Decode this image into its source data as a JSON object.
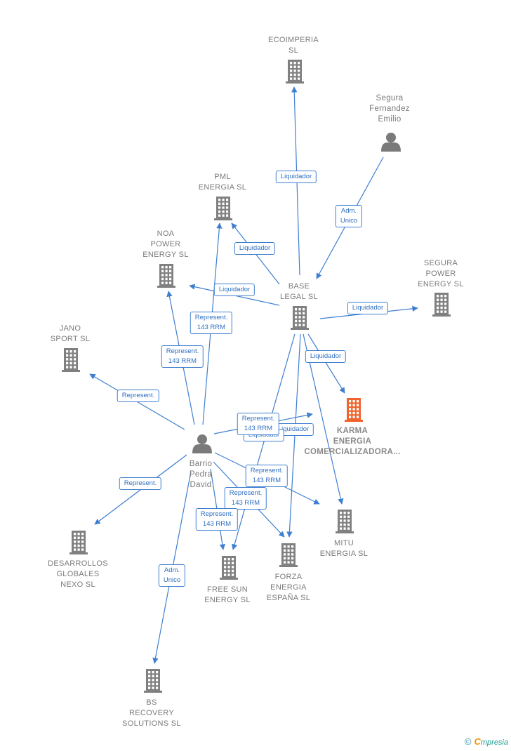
{
  "colors": {
    "edge": "#3f7fd0",
    "company_icon": "#808080",
    "focus_icon": "#f0642d",
    "person_icon": "#7a7a7a"
  },
  "nodes": [
    {
      "id": "ecoimperia",
      "type": "company",
      "label": "ECOIMPERIA\nSL"
    },
    {
      "id": "segura_fernandez",
      "type": "person",
      "label": "Segura\nFernandez\nEmilio"
    },
    {
      "id": "pml",
      "type": "company",
      "label": "PML\nENERGIA  SL"
    },
    {
      "id": "noa",
      "type": "company",
      "label": "NOA\nPOWER\nENERGY  SL"
    },
    {
      "id": "base_legal",
      "type": "company",
      "label": "BASE\nLEGAL  SL"
    },
    {
      "id": "segura_power",
      "type": "company",
      "label": "SEGURA\nPOWER\nENERGY  SL"
    },
    {
      "id": "jano",
      "type": "company",
      "label": "JANO\nSPORT  SL"
    },
    {
      "id": "karma",
      "type": "focus",
      "label": "KARMA\nENERGIA\nCOMERCIALIZADORA..."
    },
    {
      "id": "barrio",
      "type": "person",
      "label": "Barrio\nPedra\nDavid"
    },
    {
      "id": "mitu",
      "type": "company",
      "label": "MITU\nENERGIA  SL"
    },
    {
      "id": "desarrollos",
      "type": "company",
      "label": "DESARROLLOS\nGLOBALES\nNEXO SL"
    },
    {
      "id": "forza",
      "type": "company",
      "label": "FORZA\nENERGIA\nESPAÑA  SL"
    },
    {
      "id": "freesun",
      "type": "company",
      "label": "FREE SUN\nENERGY  SL"
    },
    {
      "id": "bs_recovery",
      "type": "company",
      "label": "BS\nRECOVERY\nSOLUTIONS  SL"
    }
  ],
  "edges": [
    {
      "from": "base_legal",
      "to": "ecoimperia",
      "label": "Liquidador"
    },
    {
      "from": "segura_fernandez",
      "to": "base_legal",
      "label": "Adm.\nUnico"
    },
    {
      "from": "base_legal",
      "to": "pml",
      "label": "Liquidador"
    },
    {
      "from": "base_legal",
      "to": "noa",
      "label": "Liquidador"
    },
    {
      "from": "base_legal",
      "to": "segura_power",
      "label": "Liquidador"
    },
    {
      "from": "base_legal",
      "to": "karma",
      "label": "Liquidador"
    },
    {
      "from": "base_legal",
      "to": "mitu",
      "label": ""
    },
    {
      "from": "base_legal",
      "to": "forza",
      "label": "Liquidador"
    },
    {
      "from": "base_legal",
      "to": "freesun",
      "label": "Liquidador"
    },
    {
      "from": "barrio",
      "to": "pml",
      "label": "Represent.\n143 RRM"
    },
    {
      "from": "barrio",
      "to": "noa",
      "label": "Represent.\n143 RRM"
    },
    {
      "from": "barrio",
      "to": "jano",
      "label": "Represent."
    },
    {
      "from": "barrio",
      "to": "karma",
      "label": "Represent.\n143 RRM"
    },
    {
      "from": "barrio",
      "to": "mitu",
      "label": "Represent.\n143 RRM"
    },
    {
      "from": "barrio",
      "to": "forza",
      "label": "Represent.\n143 RRM"
    },
    {
      "from": "barrio",
      "to": "freesun",
      "label": "Represent.\n143 RRM"
    },
    {
      "from": "barrio",
      "to": "desarrollos",
      "label": "Represent."
    },
    {
      "from": "barrio",
      "to": "bs_recovery",
      "label": "Adm.\nUnico"
    }
  ],
  "branding": {
    "copyright": "©",
    "initial": "C",
    "rest": "mpresia"
  }
}
